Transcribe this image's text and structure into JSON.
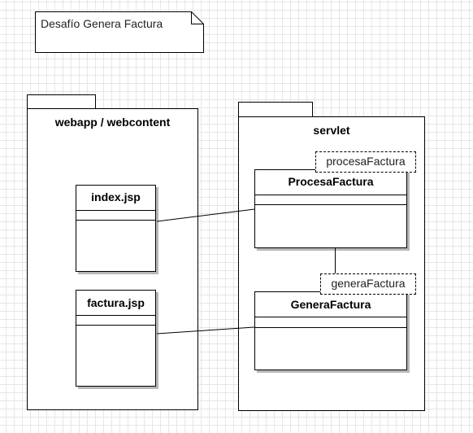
{
  "note": {
    "text": "Desafío Genera Factura"
  },
  "packages": {
    "webapp": {
      "label": "webapp / webcontent"
    },
    "servlet": {
      "label": "servlet"
    }
  },
  "classes": {
    "index": {
      "label": "index.jsp"
    },
    "factura": {
      "label": "factura.jsp"
    },
    "procesa": {
      "label": "ProcesaFactura",
      "template_param": "procesaFactura"
    },
    "genera": {
      "label": "GeneraFactura",
      "template_param": "generaFactura"
    }
  },
  "colors": {
    "line": "#000000",
    "grid": "#e6e6e6",
    "fill": "#ffffff"
  }
}
